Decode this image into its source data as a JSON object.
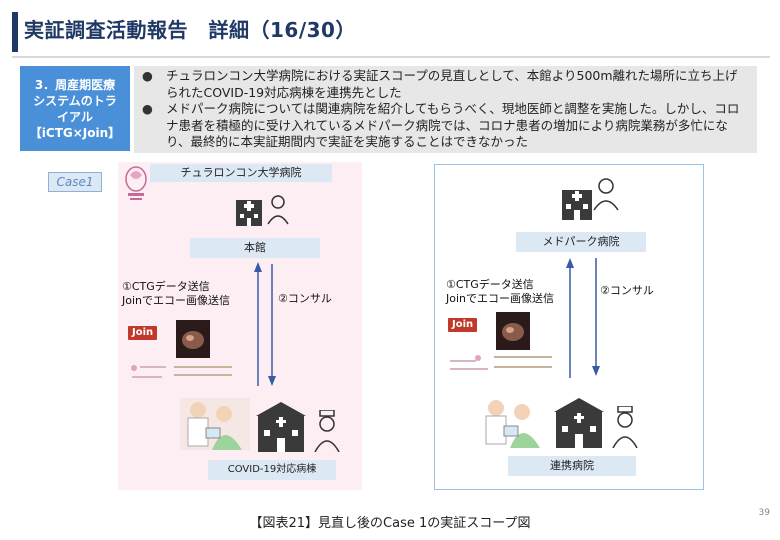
{
  "header": {
    "title": "実証調査活動報告　詳細（16/30）"
  },
  "section": {
    "label_lines": [
      "3．周産期医療",
      "システムのトラ",
      "イアル",
      "【iCTG×Join】"
    ]
  },
  "bullets": [
    {
      "text": "チュラロンコン大学病院における実証スコープの見直しとして、本館より500m離れた場所に立ち上げられたCOVID-19対応病棟を連携先とした"
    },
    {
      "text": "メドパーク病院については関連病院を紹介してもらうべく、現地医師と調整を実施した。しかし、コロナ患者を積極的に受け入れているメドパーク病院では、コロナ患者の増加により病院業務が多忙になり、最終的に本実証期間内で実証を実施することはできなかった"
    }
  ],
  "case_label": "Case1",
  "left_panel": {
    "hospital_name": "チュラロンコン大学病院",
    "main_building": "本館",
    "send_line1": "①CTGデータ送信",
    "send_line2": "Joinでエコー画像送信",
    "consult": "②コンサル",
    "ward": "COVID-19対応病棟",
    "join_logo": "Join"
  },
  "right_panel": {
    "hospital_name": "メドパーク病院",
    "send_line1": "①CTGデータ送信",
    "send_line2": "Joinでエコー画像送信",
    "consult": "②コンサル",
    "partner": "連携病院",
    "join_logo": "Join"
  },
  "footer": {
    "caption": "【図表21】見直し後のCase 1の実証スコープ図",
    "page_number": "39"
  },
  "colors": {
    "title": "#1f3864",
    "label_box": "#4a90d9",
    "panel_pink": "#fdeef3",
    "arrow": "#3b5aa6"
  }
}
